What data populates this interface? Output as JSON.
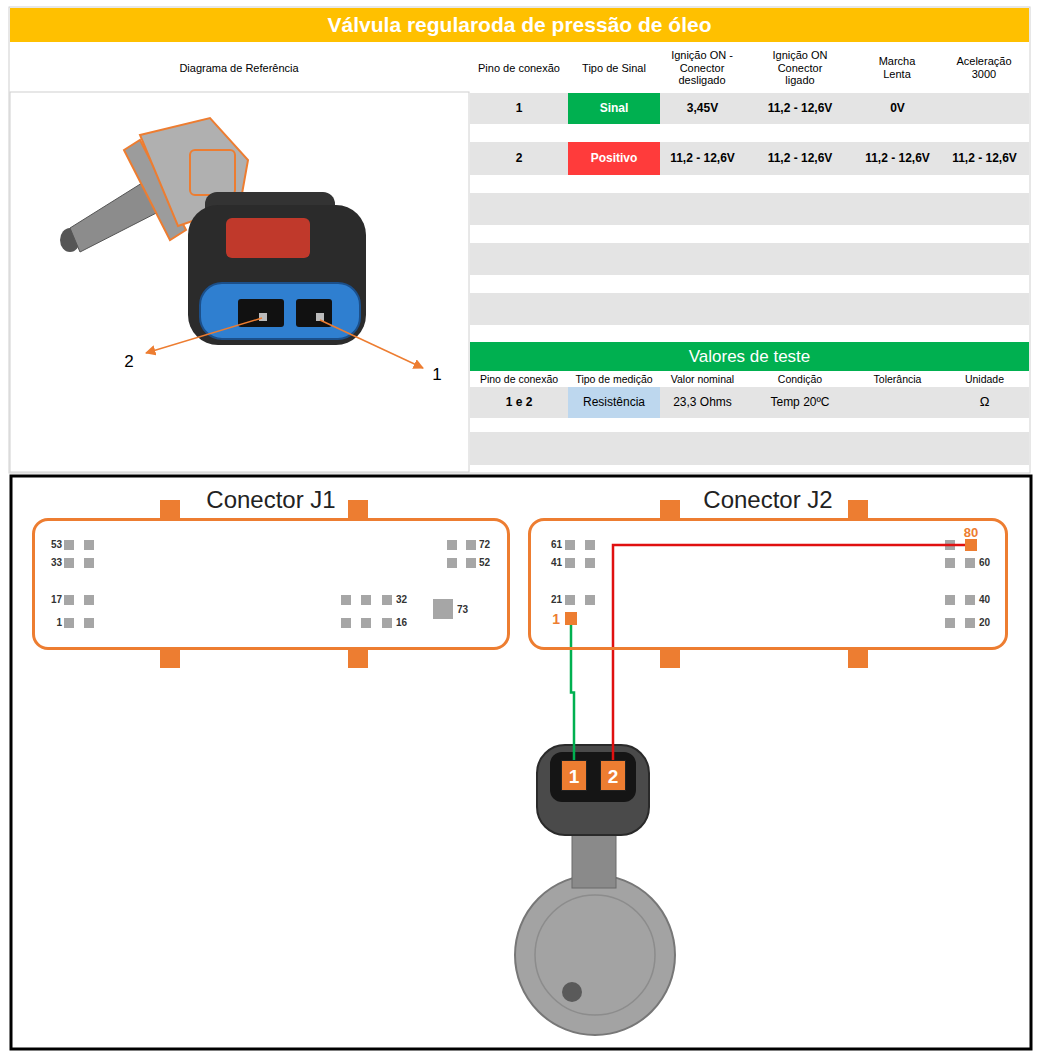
{
  "diagram": {
    "title": "Válvula regularoda de pressão de óleo",
    "nodes": [
      {
        "text": [
          "Conector J1"
        ]
      },
      {
        "text": [
          "Conector J2"
        ]
      },
      {
        "text": [
          "80"
        ],
        "in": 1
      },
      {
        "text": [
          "1"
        ],
        "in": 1
      },
      {
        "text": [
          "1"
        ]
      },
      {
        "text": [
          "2"
        ]
      }
    ],
    "edges": [
      {
        "from": 3,
        "to": 4,
        "arrow": "none"
      },
      {
        "from": 2,
        "to": 5,
        "arrow": "none"
      }
    ],
    "labels": [
      "Diagrama de Referência",
      "Pino de conexão",
      "Tipo de Sinal",
      "Ignição ON - Conector desligado",
      "Ignição ON Conector ligado",
      "Marcha Lenta",
      "Aceleração 3000",
      "1",
      "Sinal",
      "3,45V",
      "11,2 - 12,6V",
      "0V",
      "2",
      "Positivo",
      "11,2 - 12,6V",
      "11,2 - 12,6V",
      "11,2 - 12,6V",
      "11,2 - 12,6V",
      "2",
      "1",
      "Valores de teste",
      "Pino de conexão",
      "Tipo de medição",
      "Valor nominal",
      "Condição",
      "Tolerância",
      "Unidade",
      "1 e 2",
      "Resistência",
      "23,3 Ohms",
      "Temp 20ºC",
      "Ω",
      "53",
      "33",
      "17",
      "1",
      "72",
      "52",
      "32",
      "16",
      "73",
      "61",
      "41",
      "21",
      "60",
      "40",
      "20"
    ]
  }
}
